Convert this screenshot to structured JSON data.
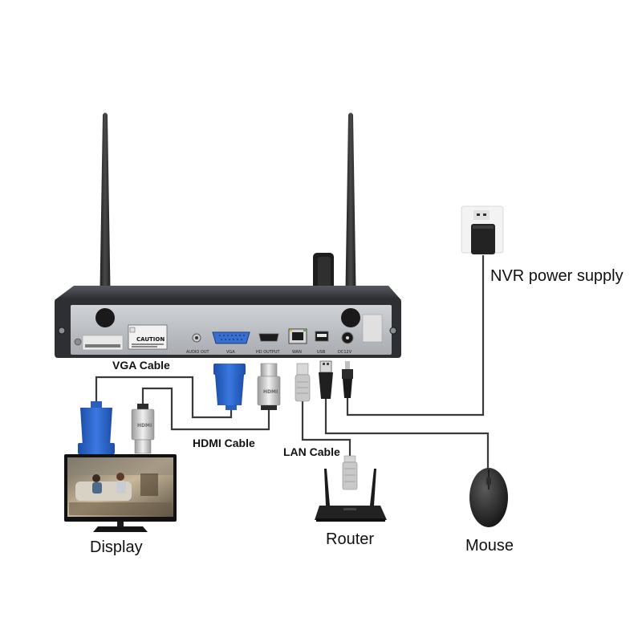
{
  "colors": {
    "nvr_panel": "#b9bcc0",
    "nvr_body": "#2d2f33",
    "vga_blue": "#2a64c8",
    "cable": "#3a3a3a",
    "antenna": "#2b2b2b"
  },
  "nvr": {
    "ports": {
      "audio_out": "AUDIO OUT",
      "vga": "VGA",
      "hd_output": "HD OUTPUT",
      "wan": "WAN",
      "usb": "USB",
      "dc12v": "DC12V"
    },
    "caution_label": "CAUTION",
    "hdmi_plug_text": "HDMI"
  },
  "labels": {
    "vga_cable": "VGA Cable",
    "hdmi_cable": "HDMI Cable",
    "lan_cable": "LAN Cable",
    "display": "Display",
    "router": "Router",
    "mouse": "Mouse",
    "power_supply": "NVR power supply"
  },
  "icons": [
    "wifi-antenna-icon",
    "vga-connector-icon",
    "hdmi-connector-icon",
    "rj45-connector-icon",
    "usb-connector-icon",
    "dc-power-plug-icon",
    "wall-socket-icon",
    "power-adapter-icon",
    "display-monitor-icon",
    "router-icon",
    "mouse-icon"
  ]
}
